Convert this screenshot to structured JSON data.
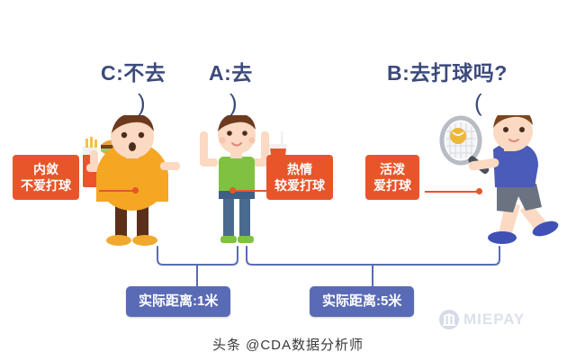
{
  "personas": [
    {
      "id": "C",
      "title": "C:不去",
      "paren": ")"
    },
    {
      "id": "A",
      "title": "A:去",
      "paren": ")"
    },
    {
      "id": "B",
      "title": "B:去打球吗?",
      "paren": "("
    }
  ],
  "traits": [
    {
      "line1": "内敛",
      "line2": "不爱打球"
    },
    {
      "line1": "热情",
      "line2": "较爱打球"
    },
    {
      "line1": "活泼",
      "line2": "爱打球"
    }
  ],
  "distances": [
    {
      "label": "实际距离:1米"
    },
    {
      "label": "实际距离:5米"
    }
  ],
  "footer": {
    "credit": "头条 @CDA数据分析师"
  },
  "watermark": {
    "text": "MIEPAY",
    "icon": "bank-icon"
  },
  "colors": {
    "title_blue": "#3c4a7d",
    "trait_orange": "#e8552b",
    "distance_blue": "#5a6bb5",
    "background": "#ffffff"
  }
}
